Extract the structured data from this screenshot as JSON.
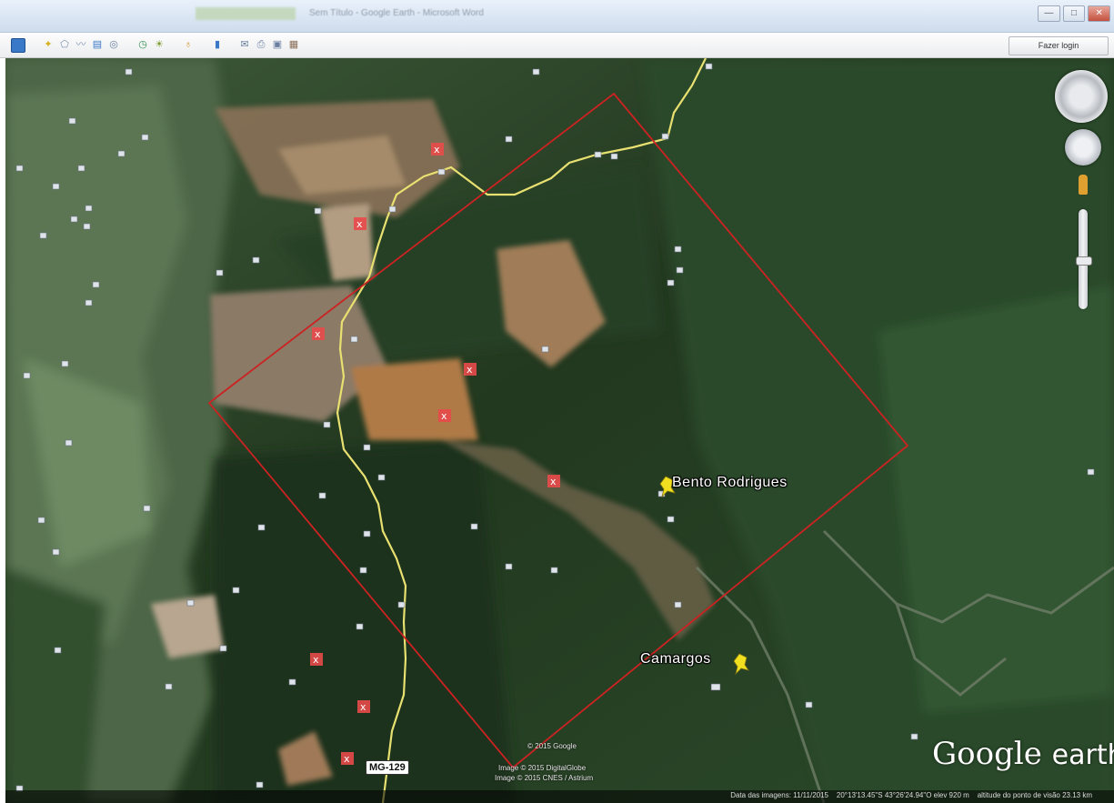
{
  "window": {
    "title": "Sem Título - Google Earth - Microsoft Word",
    "controls": [
      "—",
      "□",
      "✕"
    ]
  },
  "toolbar": {
    "login_label": "Fazer login",
    "icons": [
      "sidebar-icon",
      "placemark-icon",
      "polygon-icon",
      "path-icon",
      "overlay-icon",
      "record-tour-icon",
      "historical-imagery-icon",
      "sun-icon",
      "planets-icon",
      "ruler-icon",
      "email-icon",
      "print-icon",
      "save-image-icon",
      "maps-icon"
    ]
  },
  "map": {
    "places": [
      {
        "name": "Bento Rodrigues"
      },
      {
        "name": "Camargos"
      }
    ],
    "road_label": "MG-129",
    "credits": {
      "copyright": "© 2015 Google",
      "image1": "Image © 2015 DigitalGlobe",
      "image2": "Image © 2015 CNES / Astrium"
    },
    "logo": {
      "word1": "Google",
      "word2": "earth"
    },
    "status": {
      "date": "Data das imagens: 11/11/2015",
      "coords": "20°13'13.45\"S  43°26'24.94\"O  elev  920 m",
      "altitude": "altitude do ponto de visão  23.13 km"
    },
    "colors": {
      "boundary": "#cc2222",
      "road": "#e8e070",
      "marker": "#e84a4a",
      "pin": "#f0e020"
    }
  }
}
